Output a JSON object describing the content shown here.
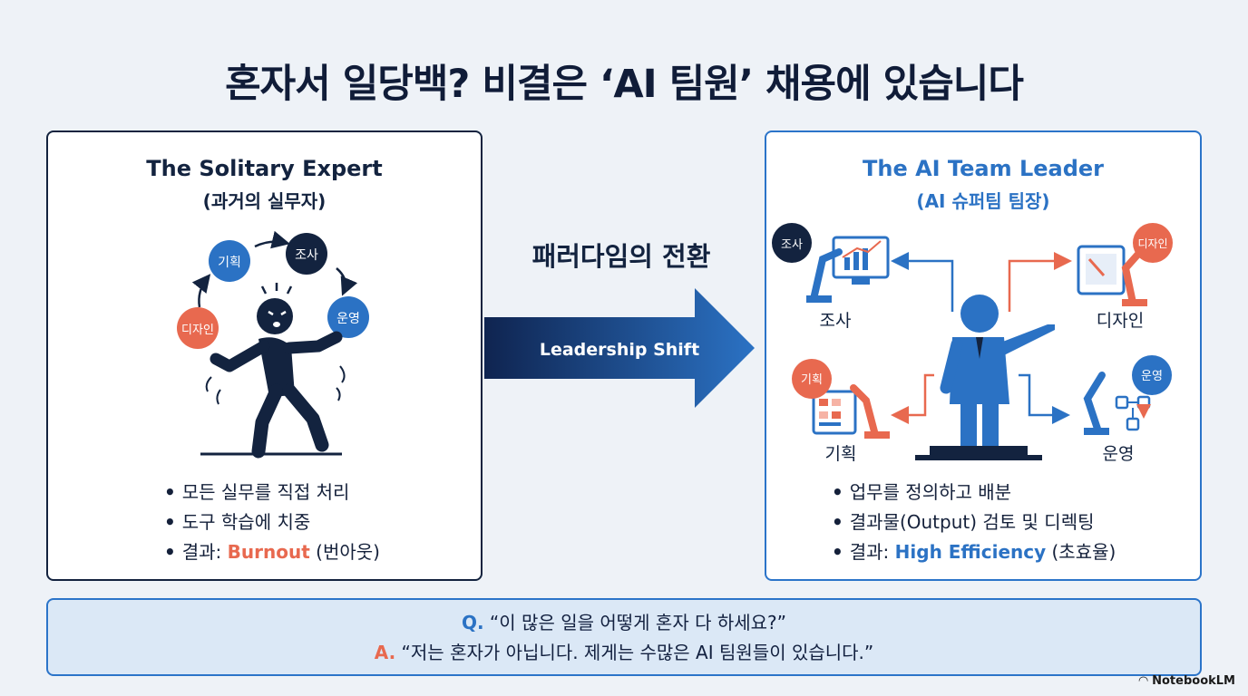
{
  "title": "혼자서 일당백? 비결은 ‘AI 팀원’ 채용에 있습니다",
  "left_panel": {
    "title": "The Solitary Expert",
    "subtitle": "(과거의 실무자)",
    "tasks": [
      "기획",
      "조사",
      "운영",
      "디자인"
    ],
    "bullets": [
      "모든 실무를 직접 처리",
      "도구 학습에 치중"
    ],
    "result_prefix": "결과: ",
    "result_highlight": "Burnout",
    "result_suffix": " (번아웃)"
  },
  "center": {
    "heading": "패러다임의 전환",
    "arrow_label": "Leadership Shift"
  },
  "right_panel": {
    "title": "The AI Team Leader",
    "subtitle": "(AI 슈퍼팀 팀장)",
    "agents": [
      {
        "badge": "조사",
        "label": "조사"
      },
      {
        "badge": "디자인",
        "label": "디자인"
      },
      {
        "badge": "기획",
        "label": "기획"
      },
      {
        "badge": "운영",
        "label": "운영"
      }
    ],
    "bullets": [
      "업무를 정의하고 배분",
      "결과물(Output) 검토 및 디렉팅"
    ],
    "result_prefix": "결과: ",
    "result_highlight": "High Efficiency",
    "result_suffix": " (초효율)"
  },
  "qa": {
    "q_prefix": "Q.",
    "q_text": " “이 많은 일을 어떻게 혼자 다 하세요?”",
    "a_prefix": "A.",
    "a_text": " “저는 혼자가 아닙니다. 제게는 수많은 AI 팀원들이 있습니다.”"
  },
  "watermark": "NotebookLM",
  "colors": {
    "navy": "#13233f",
    "blue": "#2b72c4",
    "coral": "#e8694f",
    "background": "#eef2f7"
  }
}
